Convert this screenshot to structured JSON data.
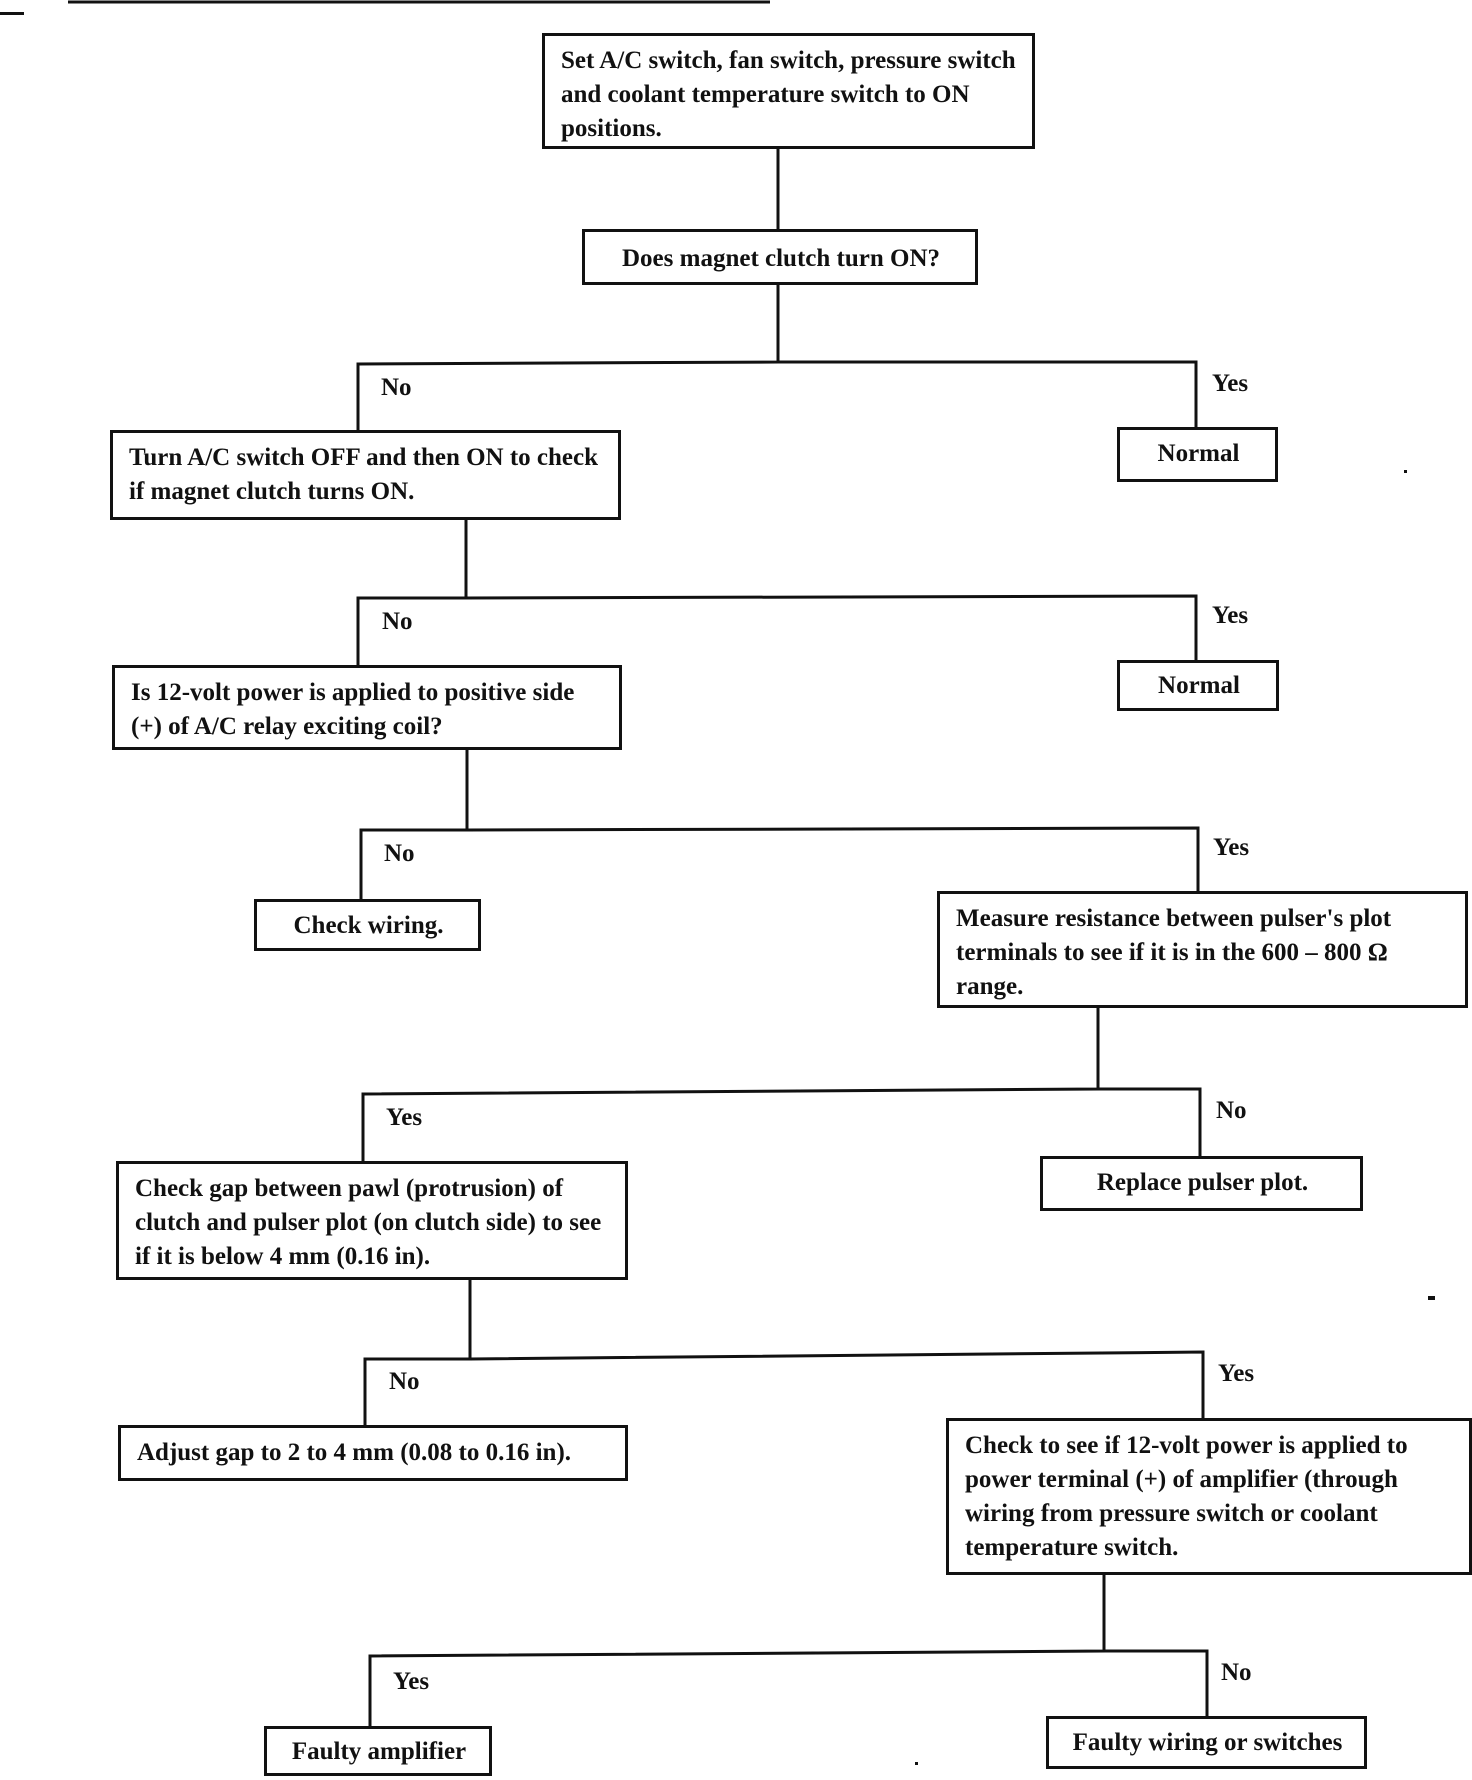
{
  "nodes": {
    "start": "Set A/C switch, fan switch, pressure switch and coolant temperature switch to ON positions.",
    "q_clutch": "Does magnet clutch turn ON?",
    "normal_1": "Normal",
    "turn_ac": "Turn A/C switch OFF and then ON to check if magnet clutch turns ON.",
    "normal_2": "Normal",
    "q_12v_relay": "Is 12-volt power is applied to positive side (+) of A/C relay exciting coil?",
    "check_wiring": "Check wiring.",
    "measure_resistance": "Measure resistance between pulser's plot terminals to see if it is in the 600 – 800 Ω range.",
    "check_gap": "Check gap between pawl (protrusion) of clutch and pulser plot (on clutch side) to see if it is below 4 mm (0.16 in).",
    "replace_pulser": "Replace pulser plot.",
    "adjust_gap": "Adjust gap to 2 to 4 mm (0.08 to 0.16 in).",
    "check_amp_power": "Check to see if 12-volt power is applied to power terminal (+) of amplifier (through wiring from pressure switch or coolant temperature switch.",
    "faulty_amp": "Faulty amplifier",
    "faulty_wiring": "Faulty wiring or switches"
  },
  "labels": {
    "no_1": "No",
    "yes_1": "Yes",
    "no_2": "No",
    "yes_2": "Yes",
    "no_3": "No",
    "yes_3": "Yes",
    "yes_4": "Yes",
    "no_4": "No",
    "no_5": "No",
    "yes_5": "Yes",
    "yes_6": "Yes",
    "no_6": "No"
  }
}
